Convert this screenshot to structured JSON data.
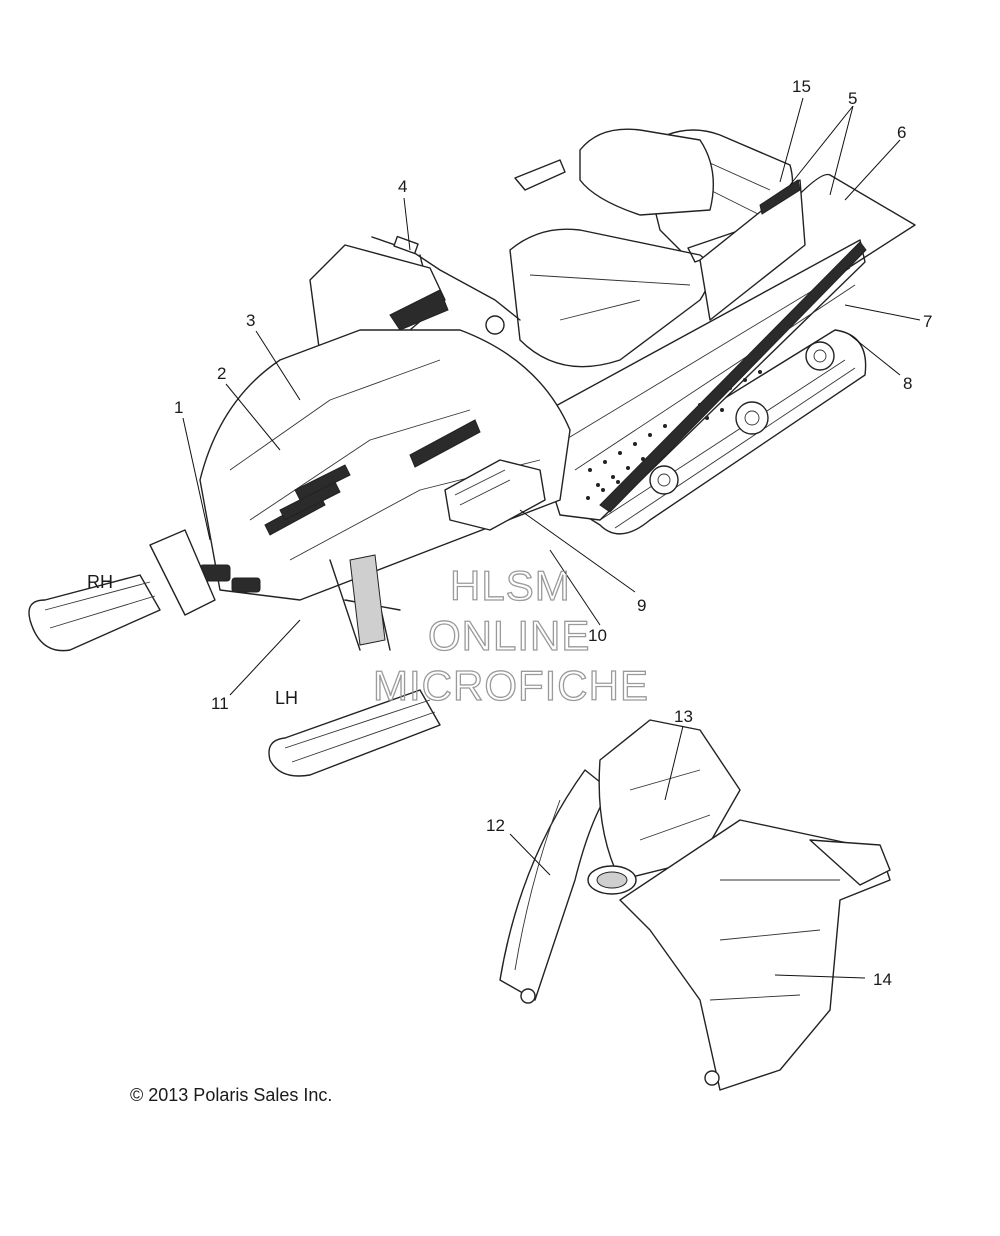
{
  "callouts": [
    "1",
    "2",
    "3",
    "4",
    "5",
    "6",
    "7",
    "8",
    "9",
    "10",
    "11",
    "12",
    "13",
    "14",
    "15"
  ],
  "sides": {
    "right": "RH",
    "left": "LH"
  },
  "watermark": [
    "HLSM",
    "ONLINE",
    "MICROFICHE"
  ],
  "copyright": "© 2013 Polaris Sales Inc."
}
